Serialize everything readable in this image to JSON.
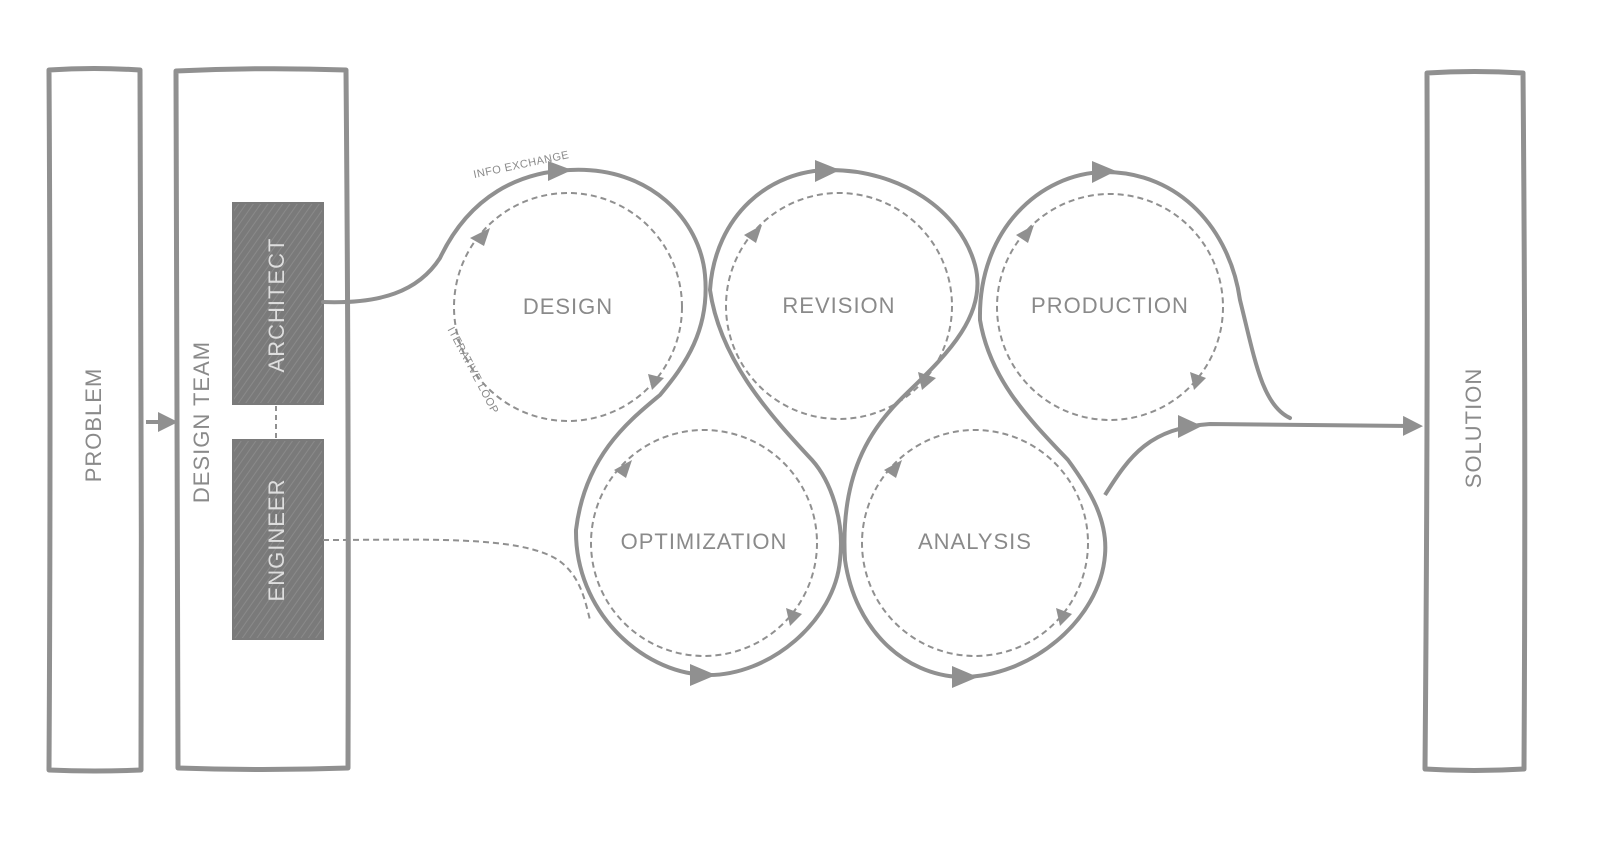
{
  "colors": {
    "stroke": "#909090",
    "box_fill": "#7a7a7a",
    "text": "#8a8a8a",
    "box_text": "#dedede",
    "background": "#ffffff"
  },
  "columns": {
    "problem": "PROBLEM",
    "design_team": "DESIGN TEAM",
    "solution": "SOLUTION"
  },
  "roles": {
    "architect": "ARCHITECT",
    "engineer": "ENGINEER"
  },
  "stages": {
    "design": "DESIGN",
    "revision": "REVISION",
    "production": "PRODUCTION",
    "optimization": "OPTIMIZATION",
    "analysis": "ANALYSIS"
  },
  "annotations": {
    "info_exchange": "INFO EXCHANGE",
    "iterative_loop": "ITERATIVE LOOP"
  }
}
